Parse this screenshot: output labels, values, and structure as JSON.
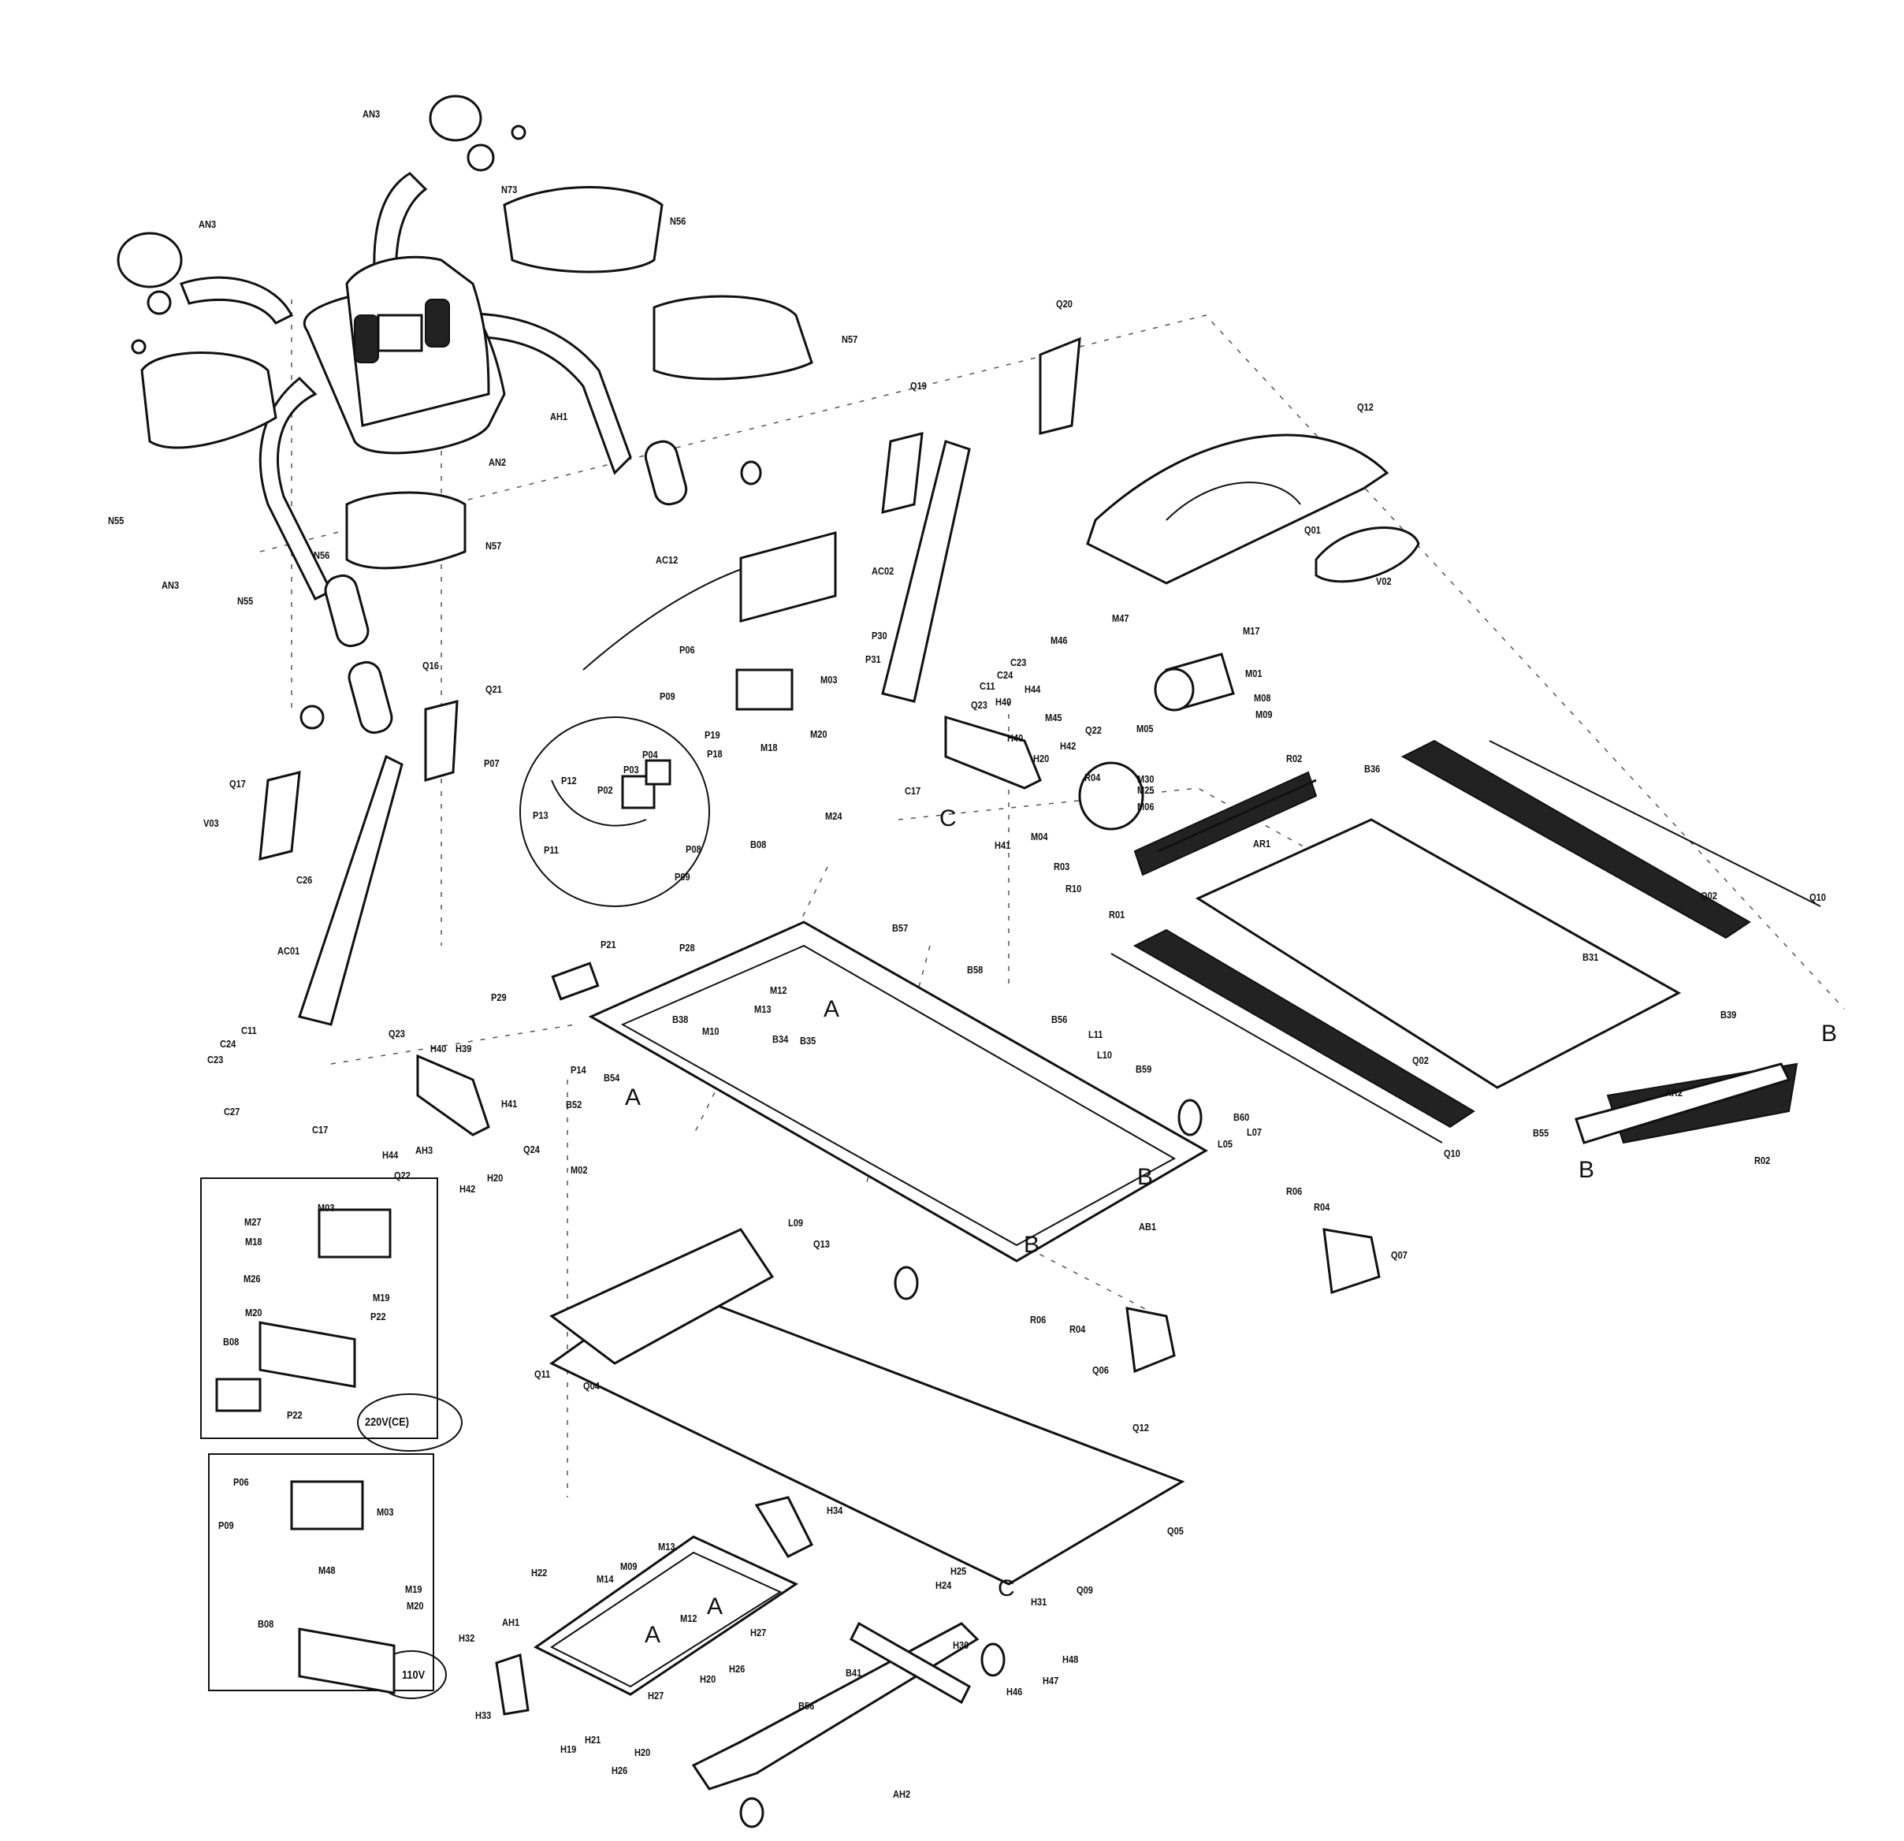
{
  "labels": {
    "AN3_a": "AN3",
    "AN3_b": "AN3",
    "AN3_c": "AN3",
    "N73": "N73",
    "N56_a": "N56",
    "N57_a": "N57",
    "AH1_a": "AH1",
    "AN2": "AN2",
    "N55_a": "N55",
    "N55_b": "N55",
    "N56_b": "N56",
    "N57_b": "N57",
    "Q20": "Q20",
    "Q19": "Q19",
    "Q12_a": "Q12",
    "Q01": "Q01",
    "V02": "V02",
    "AC12": "AC12",
    "AC02": "AC02",
    "P06_a": "P06",
    "M03_a": "M03",
    "P09_a": "P09",
    "P19": "P19",
    "P18": "P18",
    "M18_a": "M18",
    "M20_a": "M20",
    "M24": "M24",
    "B08_a": "B08",
    "P30": "P30",
    "P31": "P31",
    "C11_a": "C11",
    "C24_a": "C24",
    "C23_a": "C23",
    "Q23_a": "Q23",
    "H44_a": "H44",
    "H40_a": "H40",
    "H40_b": "H40",
    "M46": "M46",
    "M47": "M47",
    "M17": "M17",
    "M01": "M01",
    "M08": "M08",
    "M09_a": "M09",
    "M45": "M45",
    "M05": "M05",
    "M30": "M30",
    "M25": "M25",
    "M06": "M06",
    "Q22_a": "Q22",
    "H42_a": "H42",
    "H20_a": "H20",
    "H41_a": "H41",
    "C17_a": "C17",
    "R04_a": "R04",
    "M04": "M04",
    "R03": "R03",
    "R10": "R10",
    "R01": "R01",
    "R02_a": "R02",
    "AR1": "AR1",
    "B36": "B36",
    "Q16": "Q16",
    "Q21": "Q21",
    "Q17": "Q17",
    "V03": "V03",
    "C26": "C26",
    "AC01": "AC01",
    "P07": "P07",
    "P12": "P12",
    "P13": "P13",
    "P11": "P11",
    "P02": "P02",
    "P03": "P03",
    "P04": "P04",
    "P08": "P08",
    "P09_b": "P09",
    "P21": "P21",
    "P28": "P28",
    "P29": "P29",
    "B57": "B57",
    "B58": "B58",
    "B56": "B56",
    "L11": "L11",
    "L10": "L10",
    "B59": "B59",
    "B60": "B60",
    "L07": "L07",
    "L05": "L05",
    "M12_a": "M12",
    "M13_a": "M13",
    "M10": "M10",
    "B38": "B38",
    "B34": "B34",
    "B35": "B35",
    "P14": "P14",
    "B54": "B54",
    "B52": "B52",
    "Q02_a": "Q02",
    "Q02_b": "Q02",
    "B31": "B31",
    "Q10_a": "Q10",
    "Q10_b": "Q10",
    "B39": "B39",
    "B55": "B55",
    "AR2": "AR2",
    "R02_b": "R02",
    "C11_b": "C11",
    "C24_b": "C24",
    "C23_b": "C23",
    "C27": "C27",
    "C17_b": "C17",
    "Q23_b": "Q23",
    "H40_c": "H40",
    "H39": "H39",
    "AH3": "AH3",
    "H44_b": "H44",
    "H41_b": "H41",
    "Q24": "Q24",
    "Q22_b": "Q22",
    "H42_b": "H42",
    "H20_b": "H20",
    "M02": "M02",
    "L09": "L09",
    "Q13": "Q13",
    "AB1": "AB1",
    "R06_a": "R06",
    "R04_b": "R04",
    "Q07": "Q07",
    "R06_b": "R06",
    "R04_c": "R04",
    "Q06": "Q06",
    "Q12_b": "Q12",
    "Q11": "Q11",
    "Q04": "Q04",
    "Q05": "Q05",
    "Q09": "Q09",
    "M27": "M27",
    "M03_b": "M03",
    "M18_b": "M18",
    "M26": "M26",
    "M19_a": "M19",
    "M20_b": "M20",
    "P22_a": "P22",
    "B08_b": "B08",
    "P22_b": "P22",
    "P06_b": "P06",
    "P09_c": "P09",
    "M03_c": "M03",
    "M48": "M48",
    "M19_b": "M19",
    "M20_c": "M20",
    "B08_c": "B08",
    "H34": "H34",
    "H22": "H22",
    "M14": "M14",
    "M09_b": "M09",
    "M13_b": "M13",
    "M12_b": "M12",
    "H27_a": "H27",
    "H25": "H25",
    "H24": "H24",
    "H31": "H31",
    "AH1_b": "AH1",
    "H32": "H32",
    "H33": "H33",
    "H27_b": "H27",
    "H20_c": "H20",
    "H26_a": "H26",
    "B41": "B41",
    "B56_b": "B56",
    "H19": "H19",
    "H21": "H21",
    "H20_d": "H20",
    "H26_b": "H26",
    "AH2": "AH2",
    "H30": "H30",
    "H46": "H46",
    "H47": "H47",
    "H48": "H48"
  },
  "markers": {
    "A1": "A",
    "A2": "A",
    "A3": "A",
    "A4": "A",
    "B1": "B",
    "B2": "B",
    "B3": "B",
    "B4": "B",
    "C1": "C",
    "C2": "C"
  },
  "insets": {
    "voltage_220": "220V(CE)",
    "voltage_110": "110V"
  }
}
